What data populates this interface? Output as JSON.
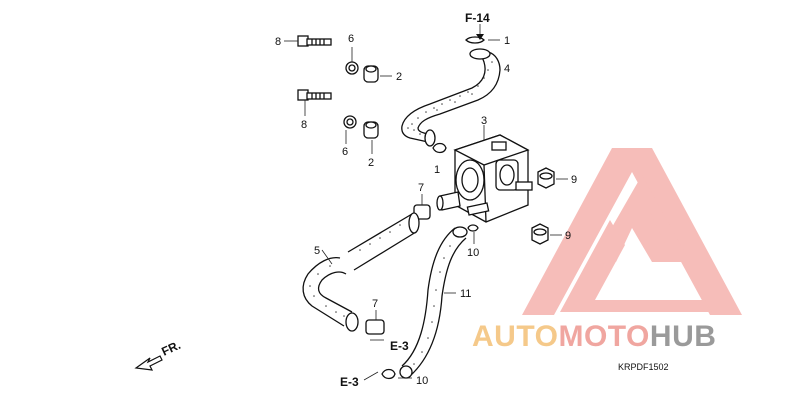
{
  "diagram": {
    "refs": {
      "f14": "F-14",
      "e3_top": "E-3",
      "e3_bottom": "E-3"
    },
    "callouts": {
      "c1_top": "1",
      "c1_mid": "1",
      "c2_top": "2",
      "c2_mid": "2",
      "c3": "3",
      "c4": "4",
      "c5": "5",
      "c6_top": "6",
      "c6_mid": "6",
      "c7_top": "7",
      "c7_bottom": "7",
      "c8_top": "8",
      "c8_mid": "8",
      "c9_top": "9",
      "c9_mid": "9",
      "c10_mid": "10",
      "c10_bottom": "10",
      "c11": "11"
    },
    "front_arrow": "FR.",
    "code": "KRPDF1502"
  },
  "watermark": {
    "brand_parts": [
      "AUTO",
      "MOTO",
      "HUB"
    ],
    "colors": {
      "auto": "#f5c98a",
      "moto": "#f0a6a0",
      "hub": "#9a9a9a",
      "logo": "#f08f8a"
    }
  }
}
